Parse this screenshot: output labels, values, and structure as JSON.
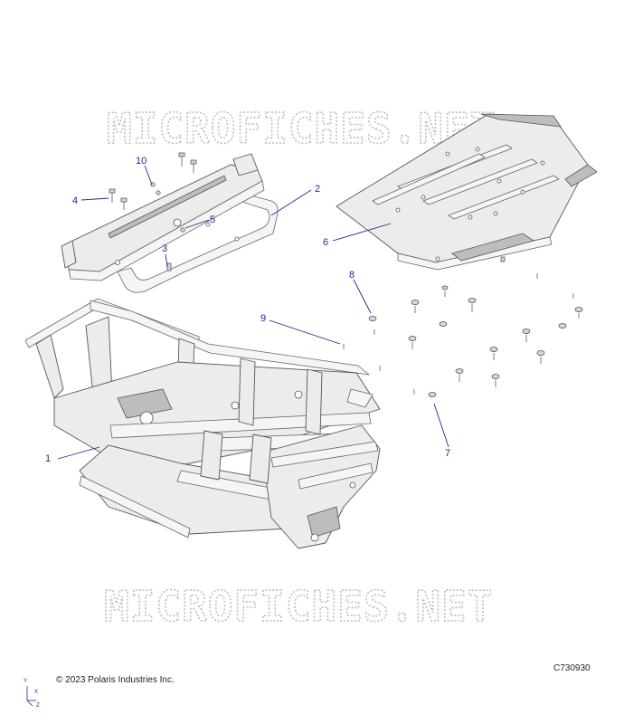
{
  "watermark": "MICROFICHES.NET",
  "copyright": "© 2023 Polaris Industries Inc.",
  "drawing_id": "C730930",
  "axis": {
    "y": "Y",
    "x": "X",
    "z": "Z"
  },
  "callouts": [
    "1",
    "2",
    "3",
    "4",
    "5",
    "6",
    "7",
    "8",
    "9",
    "10"
  ],
  "colors": {
    "callout": "#1f2a8a",
    "linework": "#555555",
    "watermark": "#bdbdbd"
  }
}
